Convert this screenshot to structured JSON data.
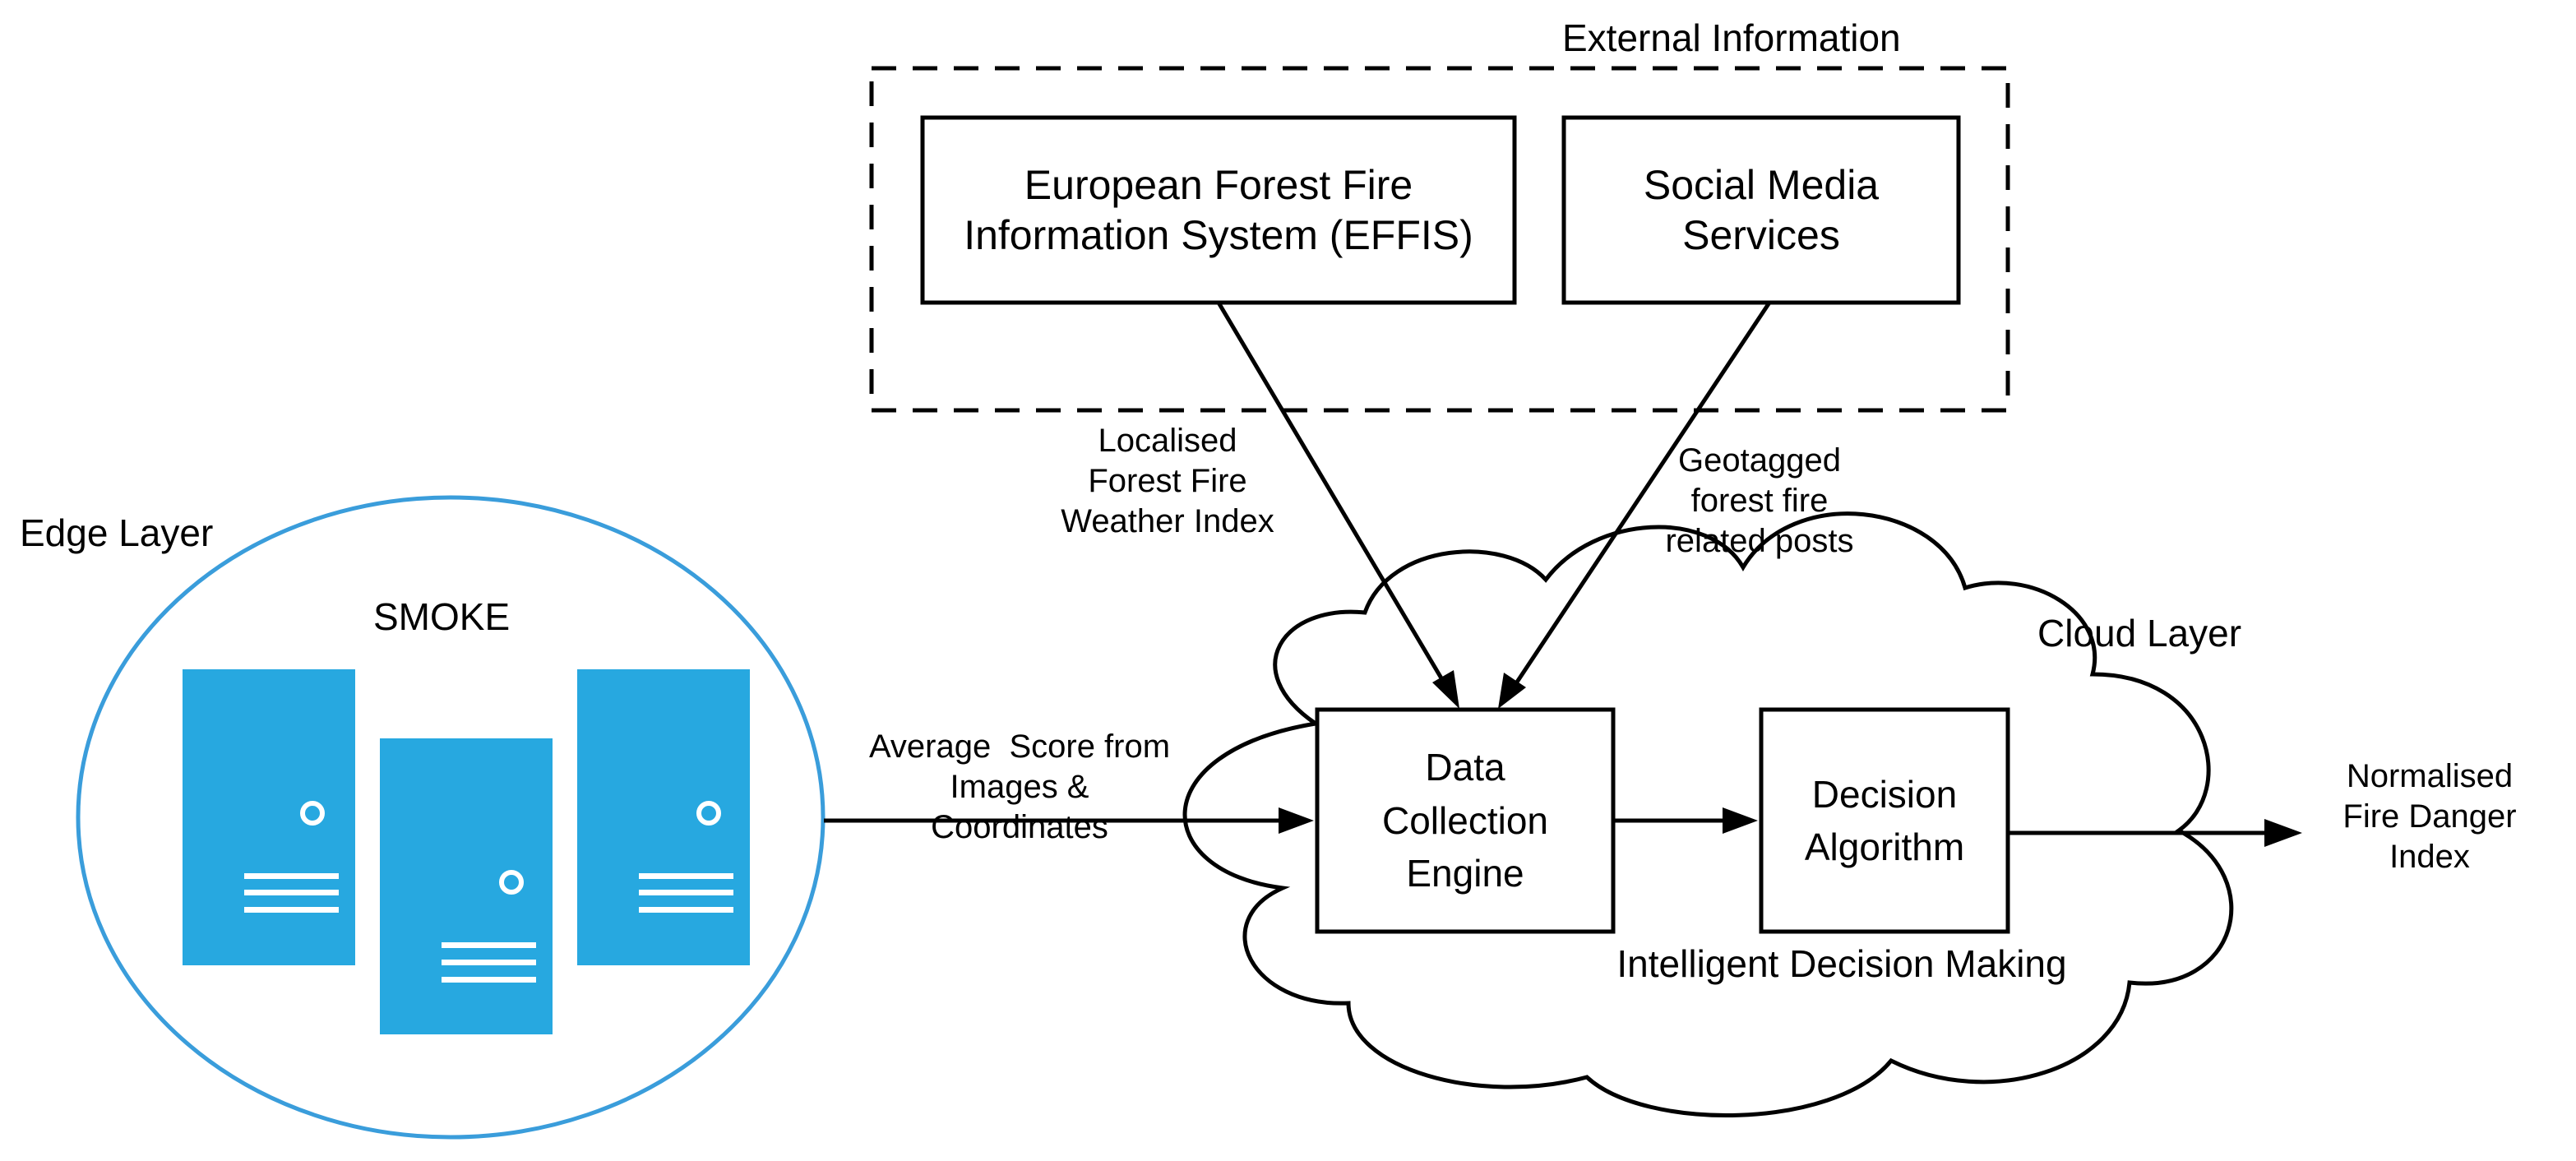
{
  "colors": {
    "ink": "#000000",
    "edge_ring": "#3a9ddb",
    "server_fill": "#27a8e0",
    "server_detail": "#ffffff"
  },
  "external": {
    "title": "External Information",
    "effis": [
      "European Forest Fire",
      "Information System (EFFIS)"
    ],
    "social": [
      "Social Media",
      "Services"
    ]
  },
  "edge": {
    "title": "Edge Layer",
    "system": "SMOKE",
    "server_icon": "server-icon"
  },
  "cloud": {
    "title": "Cloud Layer",
    "engine": [
      "Data",
      "Collection",
      "Engine"
    ],
    "decision": [
      "Decision",
      "Algorithm"
    ],
    "caption": "Intelligent Decision Making"
  },
  "flows": {
    "weather": [
      "Localised",
      "Forest Fire",
      "Weather Index"
    ],
    "posts": [
      "Geotagged",
      "forest fire",
      "related posts"
    ],
    "edge_to_cloud": [
      "Average  Score from",
      "Images &",
      "Coordinates"
    ],
    "output": [
      "Normalised",
      "Fire Danger",
      "Index"
    ]
  }
}
